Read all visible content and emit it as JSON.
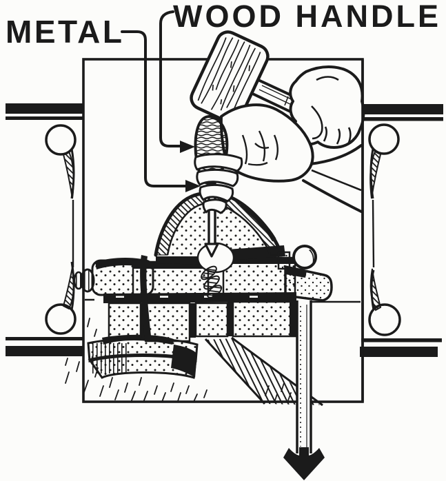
{
  "figure": {
    "labels": {
      "metal": "METAL",
      "wood_handle": "WOOD HANDLE"
    },
    "colors": {
      "ink": "#1b1b1b",
      "paper": "#fcfcfa"
    },
    "parts": [
      "wood-mallet-icon",
      "gripping-hand-icon",
      "chisel-hand-icon",
      "wood-handle-chisel-icon",
      "bench-vise-icon",
      "vise-clamp-base-icon",
      "tommy-bar-handle-icon",
      "down-motion-arrow-icon",
      "workbench-panel",
      "scroll-bracket-icon",
      "bench-rails"
    ]
  }
}
